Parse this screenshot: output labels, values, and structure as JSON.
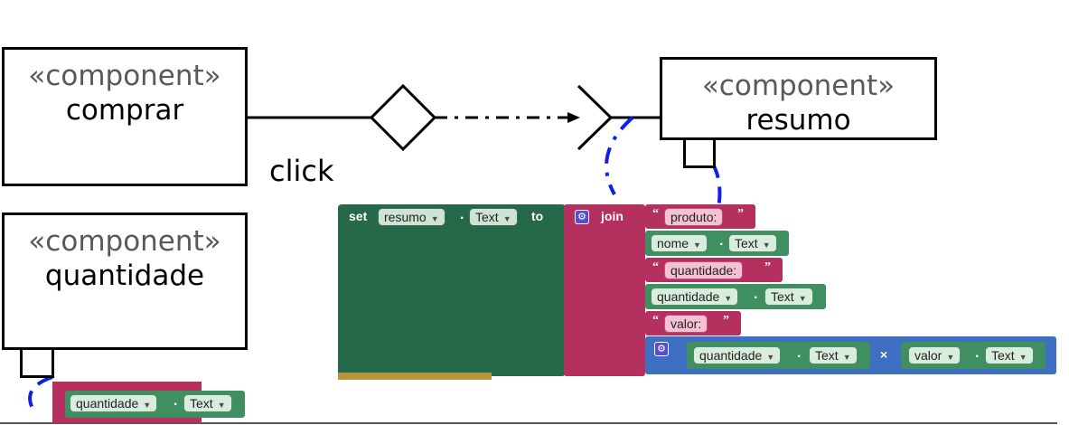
{
  "components": [
    {
      "stereotype": "«component»",
      "name": "comprar"
    },
    {
      "stereotype": "«component»",
      "name": "resumo"
    },
    {
      "stereotype": "«component»",
      "name": "quantidade"
    }
  ],
  "connector_label": "click",
  "blocks": {
    "set_kw": "set",
    "set_component": "resumo",
    "set_property": "Text",
    "to_kw": "to",
    "join_kw": "join",
    "str_produto": "produto:",
    "nome_component": "nome",
    "nome_property": "Text",
    "str_quantidade": "quantidade:",
    "qtd_component": "quantidade",
    "qtd_property": "Text",
    "str_valor": "valor:",
    "mult_a_component": "quantidade",
    "mult_a_property": "Text",
    "mult_op": "×",
    "mult_b_component": "valor",
    "mult_b_property": "Text",
    "dot": ".",
    "open_quote": "“",
    "close_quote": "”",
    "dropdown": "▼"
  },
  "small_block": {
    "component": "quantidade",
    "property": "Text"
  },
  "colors": {
    "set_block": "#26694a",
    "join_block": "#b4305e",
    "text_block": "#b4305e",
    "getter_block": "#3f8f60",
    "math_block": "#3f6fc2",
    "link_curve": "#1020e0"
  }
}
